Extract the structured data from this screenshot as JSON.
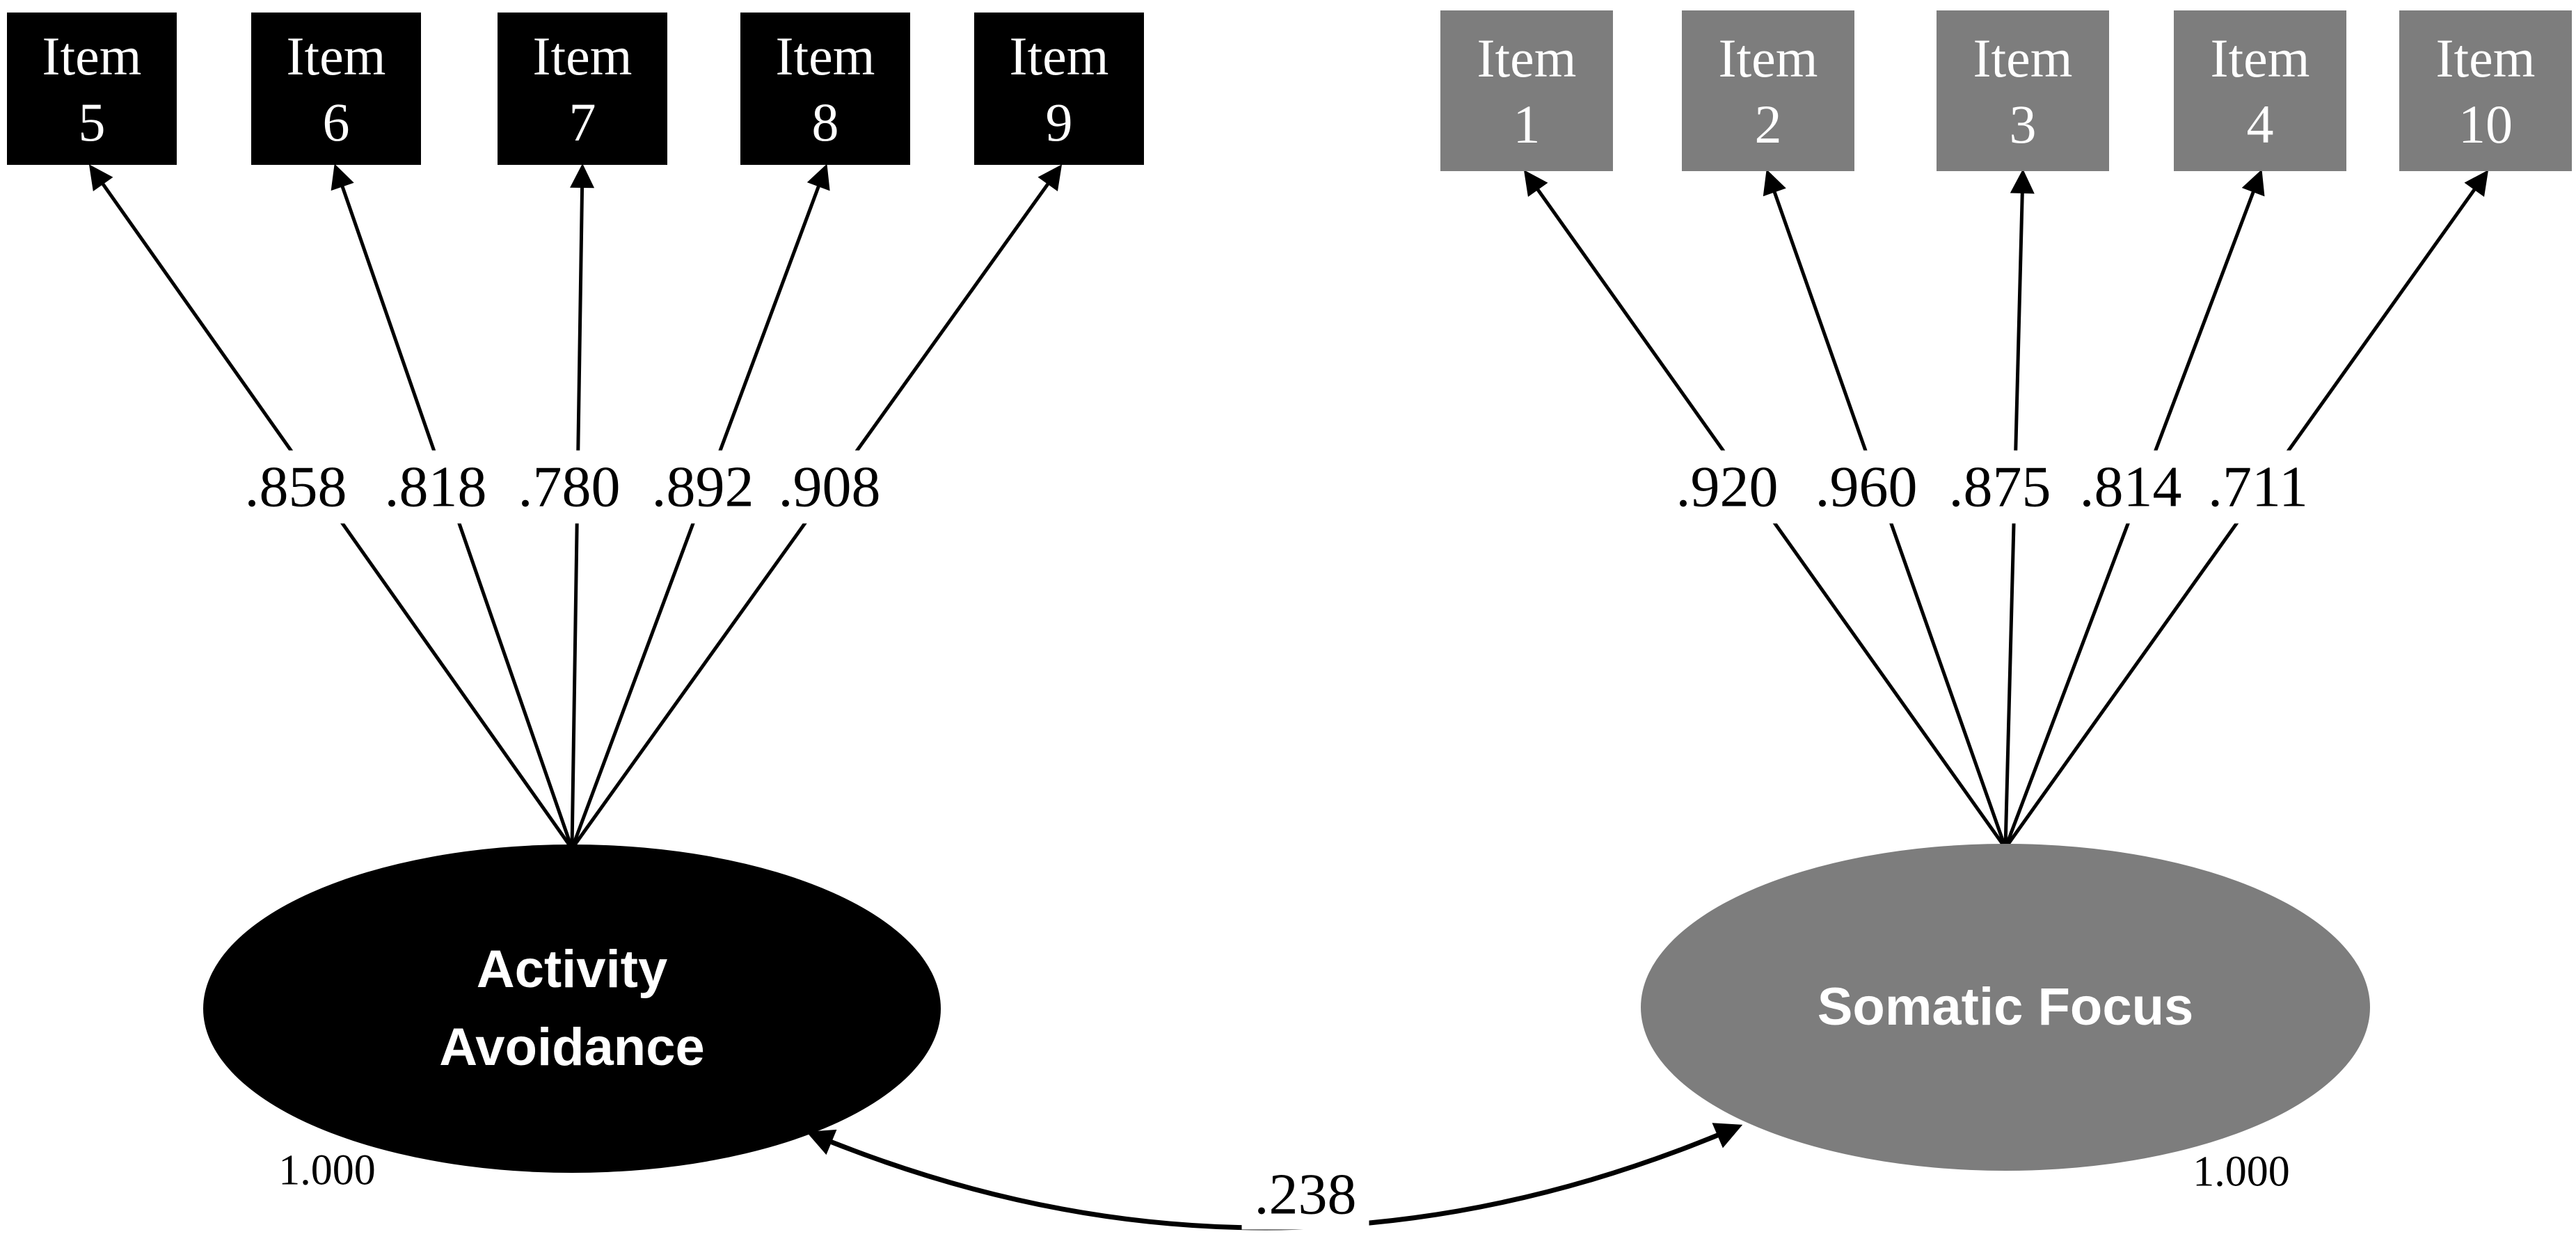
{
  "colors": {
    "background": "#ffffff",
    "left_factor_fill": "#000000",
    "right_factor_fill": "#7d7d7d",
    "factor_text": "#ffffff",
    "line": "#000000",
    "number_text": "#000000"
  },
  "left_factor": {
    "name_line1": "Activity",
    "name_line2": "Avoidance",
    "variance": "1.000",
    "indicators": [
      {
        "word": "Item",
        "number": "5",
        "loading": ".858"
      },
      {
        "word": "Item",
        "number": "6",
        "loading": ".818"
      },
      {
        "word": "Item",
        "number": "7",
        "loading": ".780"
      },
      {
        "word": "Item",
        "number": "8",
        "loading": ".892"
      },
      {
        "word": "Item",
        "number": "9",
        "loading": ".908"
      }
    ]
  },
  "right_factor": {
    "name": "Somatic Focus",
    "variance": "1.000",
    "indicators": [
      {
        "word": "Item",
        "number": "1",
        "loading": ".920"
      },
      {
        "word": "Item",
        "number": "2",
        "loading": ".960"
      },
      {
        "word": "Item",
        "number": "3",
        "loading": ".875"
      },
      {
        "word": "Item",
        "number": "4",
        "loading": ".814"
      },
      {
        "word": "Item",
        "number": "10",
        "loading": ".711"
      }
    ]
  },
  "covariance": {
    "value": ".238"
  }
}
